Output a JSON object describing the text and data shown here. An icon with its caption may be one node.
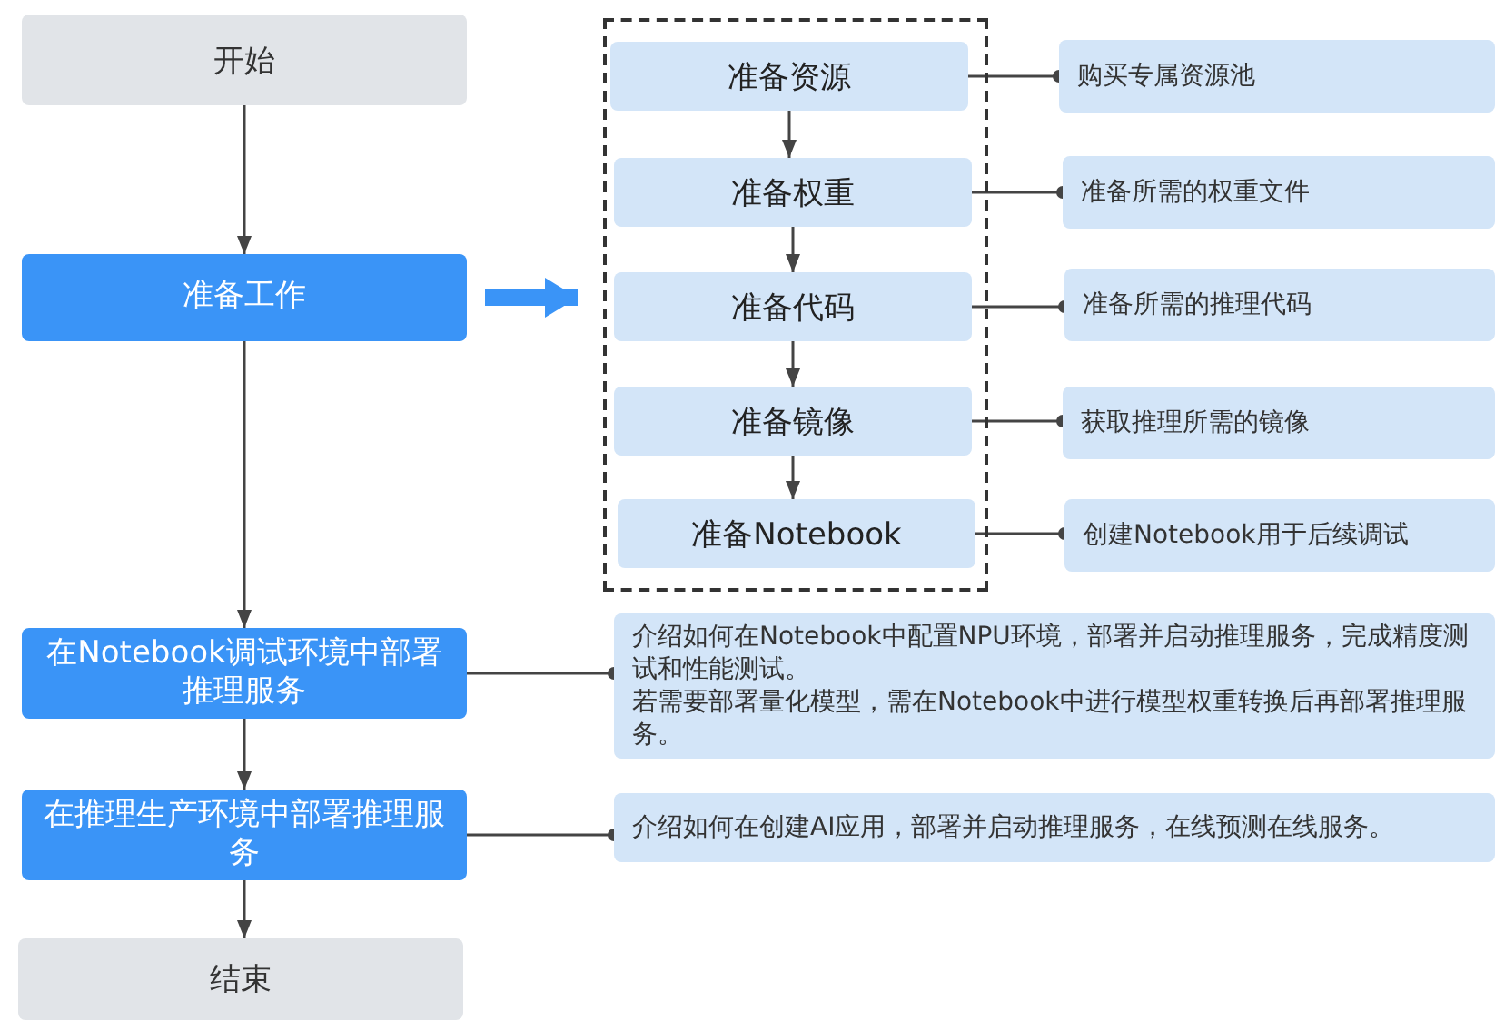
{
  "diagram": {
    "nodes": [
      {
        "text": [
          "开始"
        ]
      },
      {
        "text": [
          "准备工作"
        ]
      },
      {
        "text": [
          "在Notebook调试环境中部署推理服务"
        ]
      },
      {
        "text": [
          "在推理生产环境中部署推理服务"
        ]
      },
      {
        "text": [
          "结束"
        ]
      },
      {
        "text": [],
        "shape": "box"
      },
      {
        "text": [
          "准备资源"
        ],
        "in": 5
      },
      {
        "text": [
          "准备权重"
        ],
        "in": 5
      },
      {
        "text": [
          "准备代码"
        ],
        "in": 5
      },
      {
        "text": [
          "准备镜像"
        ],
        "in": 5
      },
      {
        "text": [
          "准备Notebook"
        ],
        "in": 5
      },
      {
        "text": [
          "购买专属资源池"
        ]
      },
      {
        "text": [
          "准备所需的权重文件"
        ]
      },
      {
        "text": [
          "准备所需的推理代码"
        ]
      },
      {
        "text": [
          "获取推理所需的镜像"
        ]
      },
      {
        "text": [
          "创建Notebook用于后续调试"
        ]
      },
      {
        "text": [
          "介绍如何在Notebook中配置NPU环境，部署并启动推理服务，完成精度测试和性能测试。",
          "若需要部署量化模型，需在Notebook中进行模型权重转换后再部署推理服务。"
        ]
      },
      {
        "text": [
          "介绍如何在创建AI应用，部署并启动推理服务，在线预测在线服务。"
        ]
      }
    ],
    "edges": [
      {
        "from": 0,
        "to": 1,
        "arrow": "to"
      },
      {
        "from": 1,
        "to": 2,
        "arrow": "to"
      },
      {
        "from": 2,
        "to": 3,
        "arrow": "to"
      },
      {
        "from": 3,
        "to": 4,
        "arrow": "to"
      },
      {
        "from": 1,
        "to": 5,
        "arrow": "to",
        "style": "thick",
        "color": "#3a94f7"
      },
      {
        "from": 6,
        "to": 7,
        "arrow": "to"
      },
      {
        "from": 7,
        "to": 8,
        "arrow": "to"
      },
      {
        "from": 8,
        "to": 9,
        "arrow": "to"
      },
      {
        "from": 9,
        "to": 10,
        "arrow": "to"
      },
      {
        "from": 6,
        "to": 11,
        "arrow": "other"
      },
      {
        "from": 7,
        "to": 12,
        "arrow": "other"
      },
      {
        "from": 8,
        "to": 13,
        "arrow": "other"
      },
      {
        "from": 9,
        "to": 14,
        "arrow": "other"
      },
      {
        "from": 10,
        "to": 15,
        "arrow": "other"
      },
      {
        "from": 2,
        "to": 16,
        "arrow": "other"
      },
      {
        "from": 3,
        "to": 17,
        "arrow": "other"
      }
    ]
  }
}
